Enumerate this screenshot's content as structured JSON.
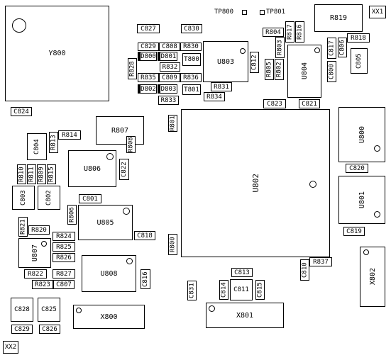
{
  "labels": {
    "XX1": "XX1",
    "XX2": "XX2",
    "TP800": "TP800",
    "TP801": "TP801",
    "Y800": "Y800",
    "U802": "U802",
    "U803": "U803",
    "U804": "U804",
    "U805": "U805",
    "U806": "U806",
    "U807": "U807",
    "U808": "U808",
    "U800": "U800",
    "U801": "U801",
    "X800": "X800",
    "X801": "X801",
    "X802": "X802",
    "R819": "R819",
    "R818": "R818",
    "R804": "R804",
    "R817": "R817",
    "R816": "R816",
    "R805": "R805",
    "R802": "R802",
    "R803": "R803",
    "C827": "C827",
    "C830": "C830",
    "C829": "C829",
    "C808": "C808",
    "R830": "R830",
    "D800": "D800",
    "D801": "D801",
    "R832": "R832",
    "T800": "T800",
    "R828": "R828",
    "R835": "R835",
    "C809": "C809",
    "R836": "R836",
    "R831": "R831",
    "R834": "R834",
    "D802": "D802",
    "D803": "D803",
    "T801": "T801",
    "R833": "R833",
    "C812": "C812",
    "C806": "C806",
    "C817": "C817",
    "C800": "C800",
    "C805": "C805",
    "C823": "C823",
    "C821": "C821",
    "C824": "C824",
    "R807": "R807",
    "R808": "R808",
    "R801": "R801",
    "R814": "R814",
    "R813": "R813",
    "C804": "C804",
    "R810": "R810",
    "R811": "R811",
    "R809": "R809",
    "R815": "R815",
    "C803": "C803",
    "C802": "C802",
    "C822": "C822",
    "C801": "C801",
    "R806": "R806",
    "R821": "R821",
    "R820": "R820",
    "R824": "R824",
    "R825": "R825",
    "R826": "R826",
    "C818": "C818",
    "R800": "R800",
    "C820": "C820",
    "C819": "C819",
    "R837": "R837",
    "C810": "C810",
    "R822": "R822",
    "R827": "R827",
    "R823": "R823",
    "C807": "C807",
    "C816": "C816",
    "C813": "C813",
    "C811": "C811",
    "C814": "C814",
    "C815": "C815",
    "C831": "C831",
    "C828": "C828",
    "C825": "C825",
    "C826": "C826"
  }
}
